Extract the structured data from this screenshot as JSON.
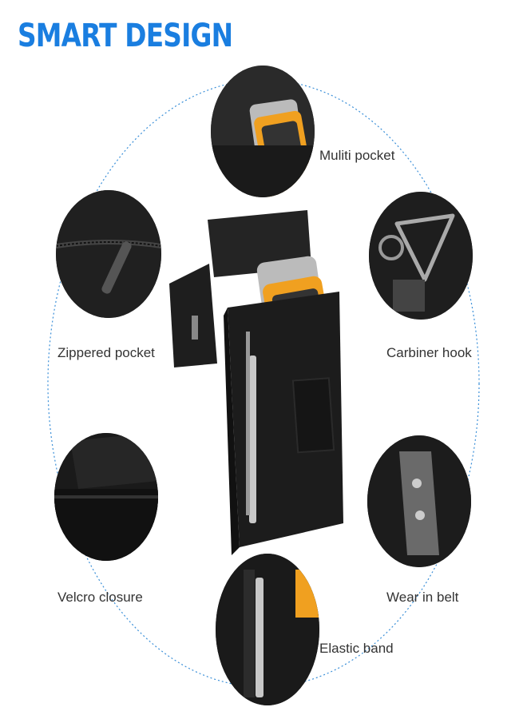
{
  "title": "SMART DESIGN",
  "features": {
    "multi_pocket": "Muliti pocket",
    "zippered_pocket": "Zippered pocket",
    "carbiner_hook": "Carbiner hook",
    "velcro_closure": "Velcro closure",
    "wear_in_belt": "Wear in belt",
    "elastic_band": "Elastic band"
  },
  "colors": {
    "title_blue": "#1a7ee0",
    "ring_blue": "#3a8fd8",
    "pouch_black": "#1c1c1c",
    "phone_orange": "#f0a020"
  }
}
